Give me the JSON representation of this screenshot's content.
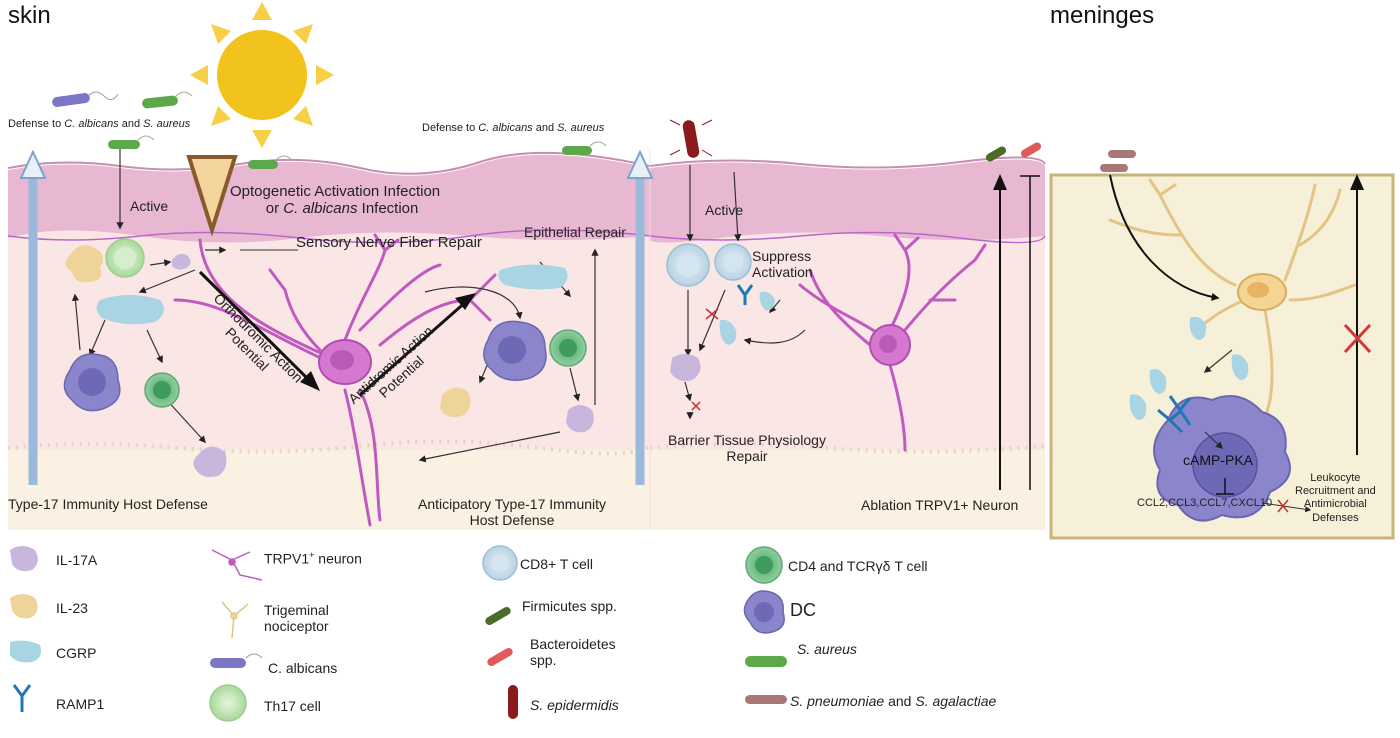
{
  "panels": {
    "skin": "skin",
    "meninges": "meninges"
  },
  "skin_left": {
    "defense_prefix": "Defense to ",
    "defense_c": "C. albicans",
    "defense_mid": " and ",
    "defense_s": "S. aureus",
    "active": "Active",
    "opto_line1": "Optogenetic Activation Infection",
    "opto_line2_prefix": "or ",
    "opto_line2_italic": "C. albicans",
    "opto_line2_suffix": " Infection",
    "sensory_repair": "Sensory Nerve Fiber Repair",
    "ortho_line1": "Orthodromic Action",
    "ortho_line2": "Potential",
    "anti_line1": "Antidromic Action",
    "anti_line2": "Potential",
    "epithelial_repair": "Epithelial Repair",
    "type17": "Type-17 Immunity Host Defense",
    "anticipatory_line1": "Anticipatory Type-17 Immunity",
    "anticipatory_line2": "Host Defense"
  },
  "skin_right": {
    "defense_prefix": "Defense to ",
    "defense_c": "C. albicans",
    "defense_mid": " and ",
    "defense_s": "S. aureus",
    "active": "Active",
    "suppress_line1": "Suppress",
    "suppress_line2": "Activation",
    "barrier_line1": "Barrier Tissue Physiology",
    "barrier_line2": "Repair",
    "ablation": "Ablation TRPV1+ Neuron"
  },
  "meninges_panel": {
    "camp": "cAMP-PKA",
    "ccl": "CCL2,CCL3,CCL7,CXCL10",
    "leuk_line1": "Leukocyte",
    "leuk_line2": "Recruitment and",
    "leuk_line3": "Antimicrobial",
    "leuk_line4": "Defenses"
  },
  "legend": {
    "il17a": "IL-17A",
    "il23": "IL-23",
    "cgrp": "CGRP",
    "ramp1": "RAMP1",
    "trpv1_prefix": "TRPV1",
    "trpv1_sup": "+",
    "trpv1_suffix": " neuron",
    "trig_line1": "Trigeminal",
    "trig_line2": "nociceptor",
    "calbicans": "C. albicans",
    "th17": "Th17 cell",
    "cd8": "CD8+ T cell",
    "firmicutes": "Firmicutes spp.",
    "bact_line1": "Bacteroidetes",
    "bact_line2": "spp.",
    "sepi": "S. epidermidis",
    "cd4": "CD4 and TCRγδ T cell",
    "dc": "DC",
    "saureus": "S. aureus",
    "spneu_italic1": "S. pneumoniae",
    "spneu_mid": " and ",
    "spneu_italic2": "S. agalactiae"
  },
  "colors": {
    "epidermis": "#e8b8d2",
    "dermis": "#fbe6e6",
    "hypodermis": "#fbf1e2",
    "neuron": "#c05ac0",
    "neuron_body": "#d678d0",
    "sun": "#f2c21d",
    "meninges_bg": "#f6f0d8",
    "meninges_border": "#c9b37a",
    "cgrp": "#a8d4e4",
    "il17a": "#c9b6dd",
    "il23": "#efd49a",
    "th17": "#bfe3b6",
    "cd4": "#6db884",
    "cd8": "#c7dde9",
    "dc": "#8b86cc"
  }
}
